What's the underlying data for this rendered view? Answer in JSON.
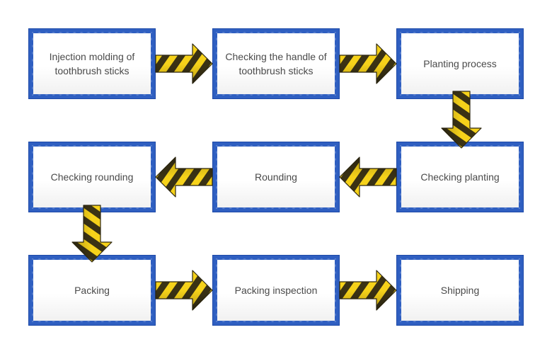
{
  "steps": [
    "Injection molding of\ntoothbrush sticks",
    "Checking the handle of\ntoothbrush sticks",
    "Planting process",
    "Checking planting",
    "Rounding",
    "Checking rounding",
    "Packing",
    "Packing inspection",
    "Shipping"
  ],
  "colors": {
    "box_border": "#2f5fc1",
    "box_fill": "#ffffff",
    "text": "#4a4a4a",
    "arrow_yellow": "#f6d21a",
    "arrow_dark": "#3a3214"
  }
}
